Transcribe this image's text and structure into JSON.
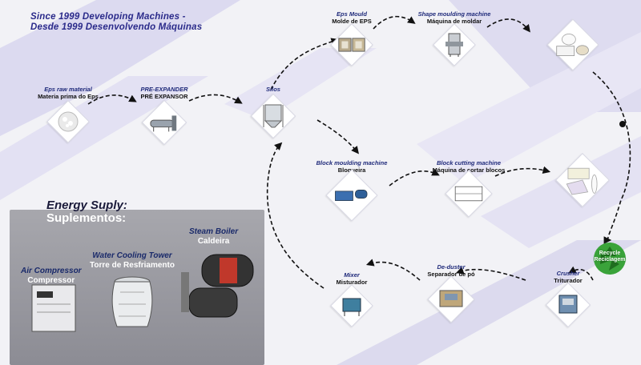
{
  "tagline": {
    "en": "Since 1999 Developing Machines -",
    "pt": "Desde 1999 Desenvolvendo Máquinas"
  },
  "steps": {
    "eps_raw": {
      "title_en": "Eps raw material",
      "title_pt": "Materia prima do Eps"
    },
    "pre_expander": {
      "title_en": "PRE-EXPANDER",
      "title_pt": "PRÉ EXPANSOR"
    },
    "silos": {
      "title_en": "Silos"
    },
    "eps_mould": {
      "title_en": "Eps Mould",
      "title_pt": "Molde de EPS"
    },
    "shape_moulding": {
      "title_en": "Shape moulding machine",
      "title_pt": "Máquina de moldar"
    },
    "block_moulding": {
      "title_en": "Block moulding machine",
      "title_pt": "Bloqueira"
    },
    "block_cutting": {
      "title_en": "Block cutting machine",
      "title_pt": "Máquina de cortar blocos"
    },
    "mixer": {
      "title_en": "Mixer",
      "title_pt": "Misturador"
    },
    "deduster": {
      "title_en": "De-duster",
      "title_pt": "Separador de pó"
    },
    "crusher": {
      "title_en": "Crusher",
      "title_pt": "Triturador"
    }
  },
  "recycle": {
    "en": "Recycle",
    "pt": "Reciclagem"
  },
  "energy": {
    "title_en": "Energy Suply:",
    "title_pt": "Suplementos:",
    "steam_boiler": {
      "en": "Steam Boiler",
      "pt": "Caldeira"
    },
    "water_cooling": {
      "en": "Water Cooling Tower",
      "pt": "Torre de Resfriamento"
    },
    "air_compressor": {
      "en": "Air Compressor",
      "pt": "Compressor"
    }
  },
  "colors": {
    "title_blue": "#1f2a7a",
    "accent_purple": "#c9c6e3",
    "recycle_green": "#2e8b2e",
    "energy_gray": "#9a9aa0"
  }
}
